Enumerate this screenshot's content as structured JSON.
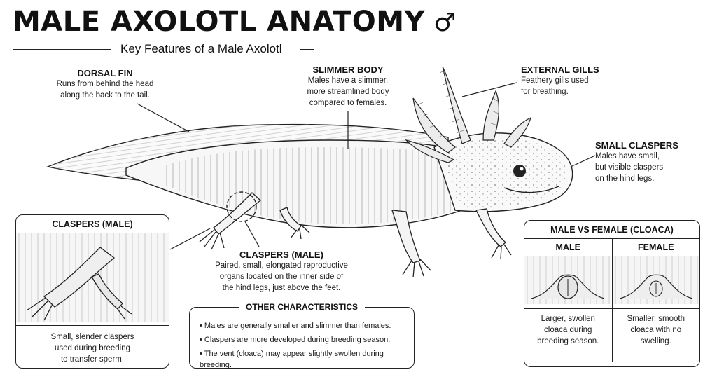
{
  "header": {
    "title": "MALE AXOLOTL ANATOMY",
    "symbol": "♂",
    "subtitle": "Key Features of a Male Axolotl"
  },
  "labels": {
    "dorsal_fin": {
      "title": "DORSAL FIN",
      "lines": [
        "Runs from behind the head",
        "along the back to the tail."
      ]
    },
    "slimmer_body": {
      "title": "SLIMMER BODY",
      "lines": [
        "Males have a slimmer,",
        "more streamlined body",
        "compared to females."
      ]
    },
    "external_gills": {
      "title": "EXTERNAL GILLS",
      "lines": [
        "Feathery gills used",
        "for breathing."
      ]
    },
    "small_claspers": {
      "title": "SMALL CLASPERS",
      "lines": [
        "Males have small,",
        "but visible claspers",
        "on the hind legs."
      ]
    },
    "claspers_male": {
      "title": "CLASPERS (MALE)",
      "lines": [
        "Paired, small, elongated reproductive",
        "organs located on the inner side of",
        "the hind legs, just above the feet."
      ]
    }
  },
  "claspers_box": {
    "title": "CLASPERS (MALE)",
    "lines": [
      "Small, slender claspers",
      "used during breeding",
      "to transfer sperm."
    ]
  },
  "other": {
    "title": "OTHER CHARACTERISTICS",
    "items": [
      "Males are generally smaller and slimmer than females.",
      "Claspers are more developed during breeding season.",
      "The vent (cloaca) may appear slightly swollen during breeding."
    ]
  },
  "compare": {
    "title": "MALE VS FEMALE (CLOACA)",
    "male": {
      "header": "MALE",
      "lines": [
        "Larger, swollen",
        "cloaca during",
        "breeding season."
      ]
    },
    "female": {
      "header": "FEMALE",
      "lines": [
        "Smaller, smooth",
        "cloaca with no",
        "swelling."
      ]
    }
  }
}
